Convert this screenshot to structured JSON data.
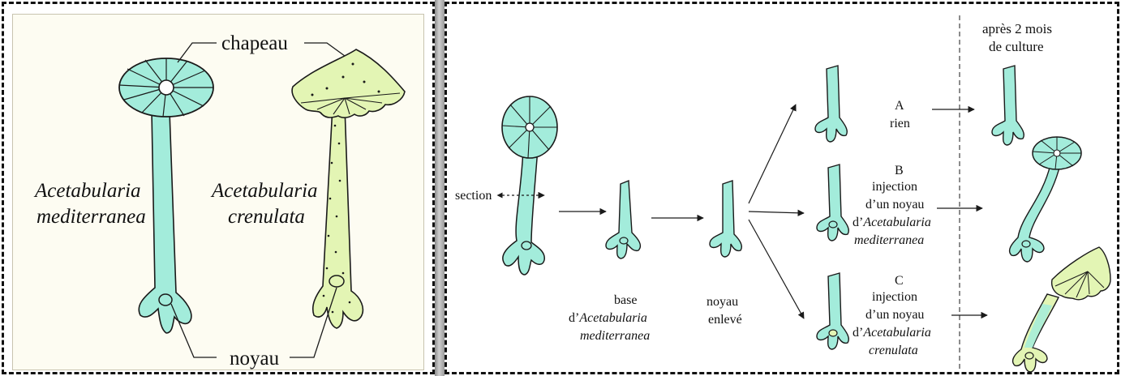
{
  "left": {
    "label_cap": "chapeau",
    "label_nucleus": "noyau",
    "species1_line1": "Acetabularia",
    "species1_line2": "mediterranea",
    "species2_line1": "Acetabularia",
    "species2_line2": "crenulata"
  },
  "right": {
    "section_label": "section",
    "header_line1": "après 2 mois",
    "header_line2": "de culture",
    "step_base_line1": "base",
    "step_base_prefix": "d’",
    "step_base_species1": "Acetabularia",
    "step_base_species2": "mediterranea",
    "step_removed_line1": "noyau",
    "step_removed_line2": "enlevé",
    "a_letter": "A",
    "a_text": "rien",
    "b_letter": "B",
    "b_line1": "injection",
    "b_line2": "d’un noyau",
    "b_prefix": "d’",
    "b_species1": "Acetabularia",
    "b_species2": "mediterranea",
    "c_letter": "C",
    "c_line1": "injection",
    "c_line2": "d’un noyau",
    "c_prefix": "d’",
    "c_species1": "Acetabularia",
    "c_species2": "crenulata"
  },
  "colors": {
    "stalk_mediterranea": "#a3ecdb",
    "stalk_crenulata": "#e3f5b4",
    "background": "#fdfcf2",
    "border": "#111111"
  }
}
